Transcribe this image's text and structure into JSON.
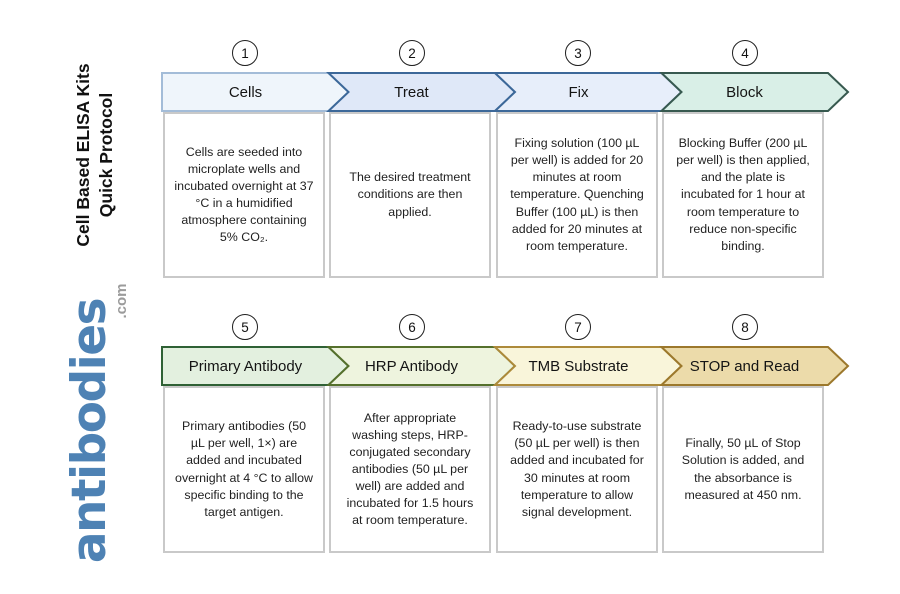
{
  "page": {
    "background": "#ffffff"
  },
  "sidebar": {
    "title_line1": "Cell Based ELISA Kits",
    "title_line2": "Quick Protocol",
    "logo_text": "antibodies",
    "logo_suffix": ".com",
    "logo_color": "#4e82b4",
    "suffix_color": "#9b9b9b"
  },
  "steps": [
    {
      "number": "1",
      "label": "Cells",
      "fill": "#eff5fb",
      "stroke": "#a3bcd8",
      "description": "Cells are seeded into microplate wells and incubated overnight at 37 °C in a humidified atmosphere containing 5% CO₂."
    },
    {
      "number": "2",
      "label": "Treat",
      "fill": "#dfe8f8",
      "stroke": "#3c6899",
      "description": "The desired treatment conditions are then applied."
    },
    {
      "number": "3",
      "label": "Fix",
      "fill": "#e7eefa",
      "stroke": "#3c6899",
      "description": "Fixing solution (100 µL per well) is added for 20 minutes at room temperature. Quenching Buffer (100 µL) is then added for 20 minutes at room temperature."
    },
    {
      "number": "4",
      "label": "Block",
      "fill": "#d9efe7",
      "stroke": "#37594f",
      "description": "Blocking Buffer (200 µL per well) is then applied, and the plate is incubated for 1 hour at room temperature to reduce non-specific binding."
    },
    {
      "number": "5",
      "label": "Primary Antibody",
      "fill": "#e3f0df",
      "stroke": "#2f6135",
      "description": "Primary antibodies (50 µL per well, 1×) are added and incubated overnight at 4 °C to allow specific binding to the target antigen."
    },
    {
      "number": "6",
      "label": "HRP Antibody",
      "fill": "#eef4de",
      "stroke": "#55702c",
      "description": "After appropriate washing steps, HRP-conjugated secondary antibodies (50 µL per well) are added and incubated for 1.5 hours at room temperature."
    },
    {
      "number": "7",
      "label": "TMB Substrate",
      "fill": "#f9f5da",
      "stroke": "#ad8a3a",
      "description": "Ready-to-use substrate (50 µL per well) is then added and incubated for 30 minutes at room temperature to allow signal development."
    },
    {
      "number": "8",
      "label": "STOP and Read",
      "fill": "#ecdbaa",
      "stroke": "#9c782c",
      "description": "Finally, 50 µL of Stop Solution is added, and the absorbance is measured at 450 nm."
    }
  ]
}
